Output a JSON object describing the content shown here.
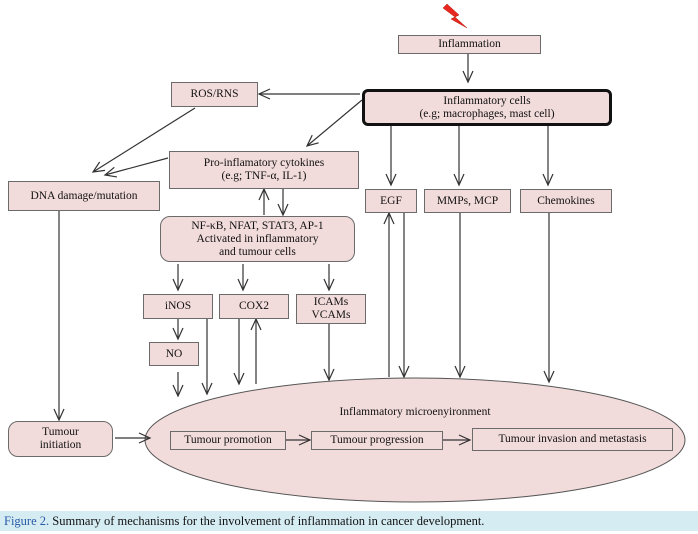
{
  "nodes": {
    "inflammation": "Inflammation",
    "ros_rns": "ROS/RNS",
    "inflammatory_cells_title": "Inflammatory cells",
    "inflammatory_cells_sub": "(e.g; macrophages, mast cell)",
    "cytokines_title": "Pro-inflamatory cytokines",
    "cytokines_sub": "(e.g; TNF-α, IL-1)",
    "dna_damage": "DNA damage/mutation",
    "egf": "EGF",
    "mmps_mcp": "MMPs, MCP",
    "chemokines": "Chemokines",
    "nfkb_line1": "NF-κB, NFAT, STAT3, AP-1",
    "nfkb_line2": "Activated in inflammatory",
    "nfkb_line3": "and tumour cells",
    "inos": "iNOS",
    "cox2": "COX2",
    "icams": "ICAMs",
    "vcams": "VCAMs",
    "no": "NO",
    "tumour_initiation_line1": "Tumour",
    "tumour_initiation_line2": "initiation",
    "microenvironment": "Inflammatory microenyironment",
    "tumour_promotion": "Tumour promotion",
    "tumour_progression": "Tumour progression",
    "tumour_invasion": "Tumour invasion and metastasis"
  },
  "caption": {
    "figure_label": "Figure 2.",
    "text": " Summary of mechanisms for the involvement of inflammation in cancer development."
  },
  "colors": {
    "box_fill": "#f2dcdb",
    "caption_bg": "#d5ecf3",
    "figure_label": "#2a5aa6",
    "lightning": "#e8281e"
  }
}
